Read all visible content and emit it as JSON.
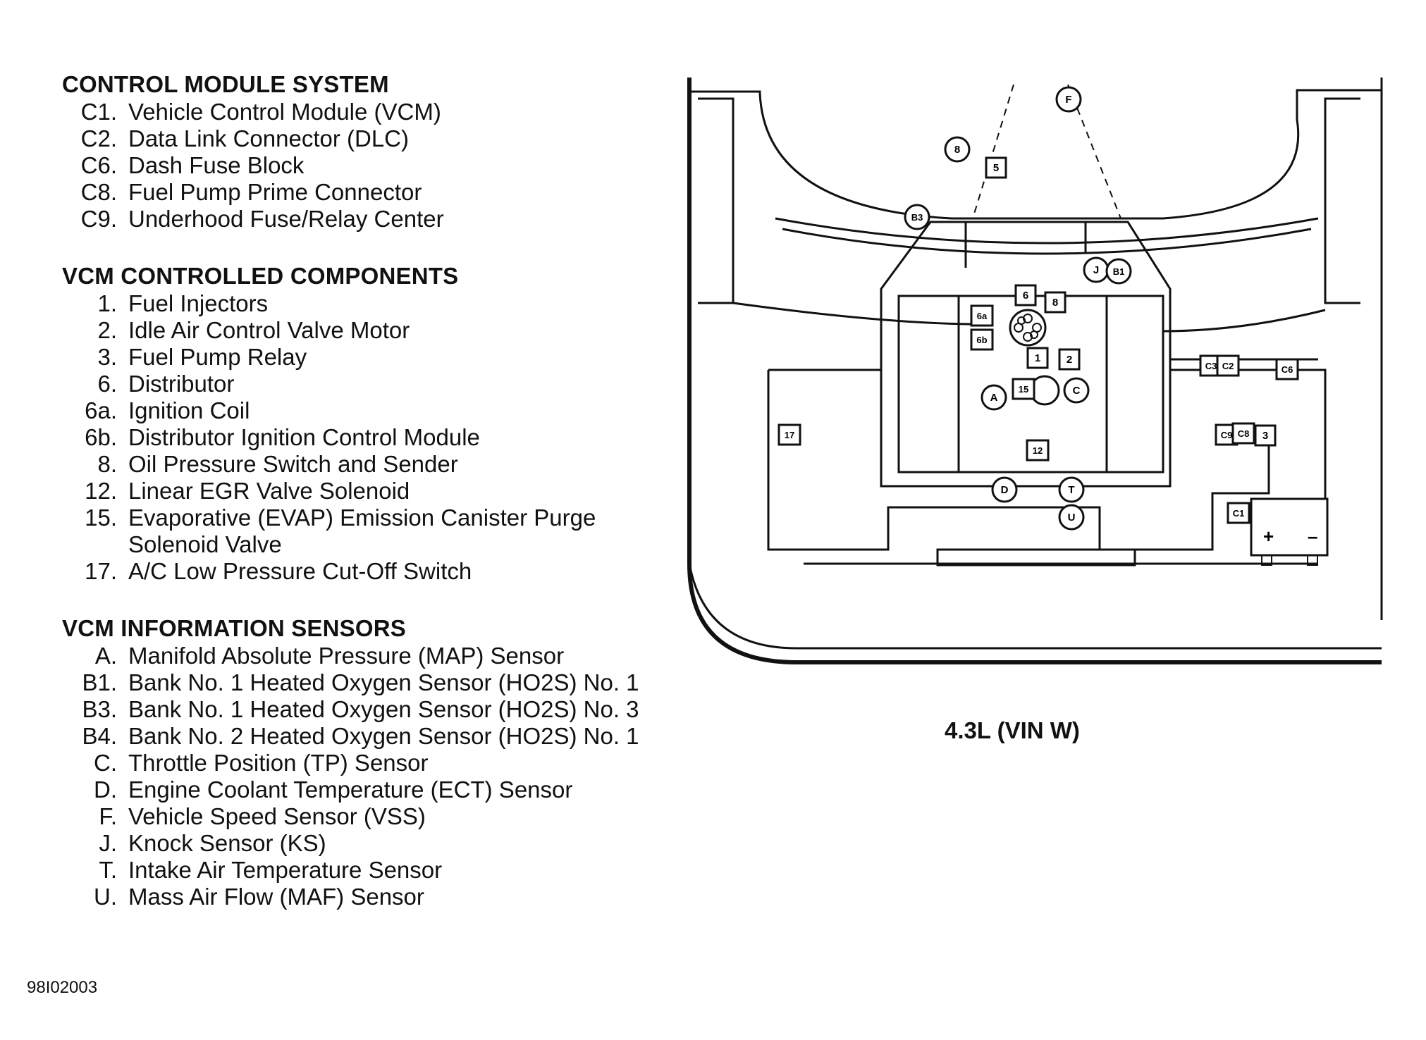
{
  "sections": [
    {
      "title": "CONTROL MODULE SYSTEM",
      "items": [
        {
          "code": "C1.",
          "text": "Vehicle Control Module (VCM)"
        },
        {
          "code": "C2.",
          "text": "Data Link Connector (DLC)"
        },
        {
          "code": "C6.",
          "text": "Dash Fuse Block"
        },
        {
          "code": "C8.",
          "text": "Fuel Pump Prime Connector"
        },
        {
          "code": "C9.",
          "text": "Underhood Fuse/Relay Center"
        }
      ]
    },
    {
      "title": "VCM CONTROLLED COMPONENTS",
      "items": [
        {
          "code": "1.",
          "text": "Fuel Injectors"
        },
        {
          "code": "2.",
          "text": "Idle Air Control Valve Motor"
        },
        {
          "code": "3.",
          "text": "Fuel Pump Relay"
        },
        {
          "code": "6.",
          "text": "Distributor"
        },
        {
          "code": "6a.",
          "text": "Ignition Coil"
        },
        {
          "code": "6b.",
          "text": "Distributor Ignition Control Module"
        },
        {
          "code": "8.",
          "text": "Oil Pressure Switch and Sender"
        },
        {
          "code": "12.",
          "text": "Linear EGR Valve Solenoid"
        },
        {
          "code": "15.",
          "text": "Evaporative (EVAP) Emission Canister Purge"
        },
        {
          "code": "",
          "text": "Solenoid Valve"
        },
        {
          "code": "17.",
          "text": "A/C Low Pressure Cut-Off Switch"
        }
      ]
    },
    {
      "title": "VCM INFORMATION SENSORS",
      "items": [
        {
          "code": "A.",
          "text": "Manifold Absolute Pressure (MAP) Sensor"
        },
        {
          "code": "B1.",
          "text": "Bank No. 1 Heated Oxygen Sensor (HO2S) No. 1"
        },
        {
          "code": "B3.",
          "text": "Bank No. 1 Heated Oxygen Sensor (HO2S) No. 3"
        },
        {
          "code": "B4.",
          "text": "Bank No. 2 Heated Oxygen Sensor (HO2S) No. 1"
        },
        {
          "code": "C.",
          "text": "Throttle Position (TP) Sensor"
        },
        {
          "code": "D.",
          "text": "Engine Coolant Temperature (ECT) Sensor"
        },
        {
          "code": "F.",
          "text": "Vehicle Speed Sensor (VSS)"
        },
        {
          "code": "J.",
          "text": "Knock Sensor (KS)"
        },
        {
          "code": "T.",
          "text": "Intake Air Temperature Sensor"
        },
        {
          "code": "U.",
          "text": "Mass Air Flow (MAF) Sensor"
        }
      ]
    }
  ],
  "diagram": {
    "caption": "4.3L (VIN W)",
    "square_labels": [
      "5",
      "6",
      "8",
      "6a",
      "6b",
      "1",
      "2",
      "15",
      "12",
      "17",
      "C3",
      "C2",
      "C6",
      "C9",
      "C8",
      "3",
      "C1"
    ],
    "circle_labels": [
      "F",
      "8",
      "B3",
      "J",
      "B1",
      "A",
      "C",
      "D",
      "T",
      "U"
    ],
    "battery_pos": "+",
    "battery_neg": "–"
  },
  "figure_id": "98I02003"
}
